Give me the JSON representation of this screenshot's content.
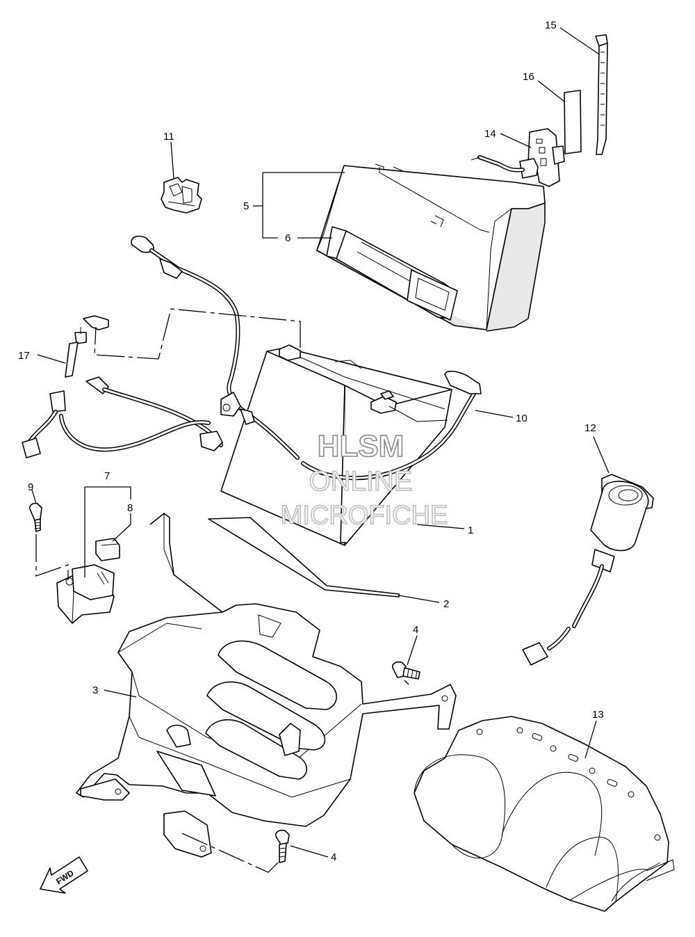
{
  "watermark": {
    "line1": "HLSM",
    "line2": "ONLINE",
    "line3": "MICROFICHE"
  },
  "fwd_label": "FWD",
  "callouts": {
    "c1": "1",
    "c2": "2",
    "c3": "3",
    "c4a": "4",
    "c4b": "4",
    "c5": "5",
    "c6": "6",
    "c7": "7",
    "c8": "8",
    "c9": "9",
    "c10": "10",
    "c11": "11",
    "c12": "12",
    "c13": "13",
    "c14": "14",
    "c15": "15",
    "c16": "16",
    "c17": "17"
  }
}
